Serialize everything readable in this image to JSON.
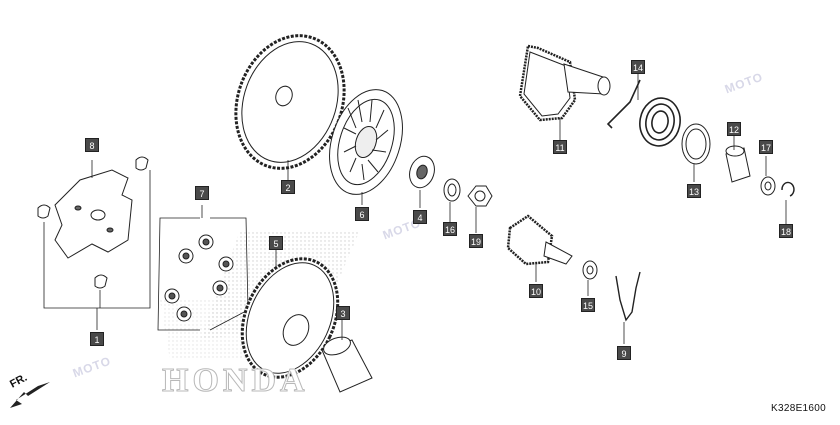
{
  "diagram": {
    "code": "K328E1600",
    "direction_label": "FR.",
    "brand_watermark": "HONDA",
    "watermark_text": "MOTO",
    "part_callouts": [
      "1",
      "2",
      "3",
      "4",
      "5",
      "6",
      "7",
      "8",
      "9",
      "10",
      "11",
      "12",
      "13",
      "14",
      "15",
      "16",
      "17",
      "18",
      "19"
    ]
  }
}
